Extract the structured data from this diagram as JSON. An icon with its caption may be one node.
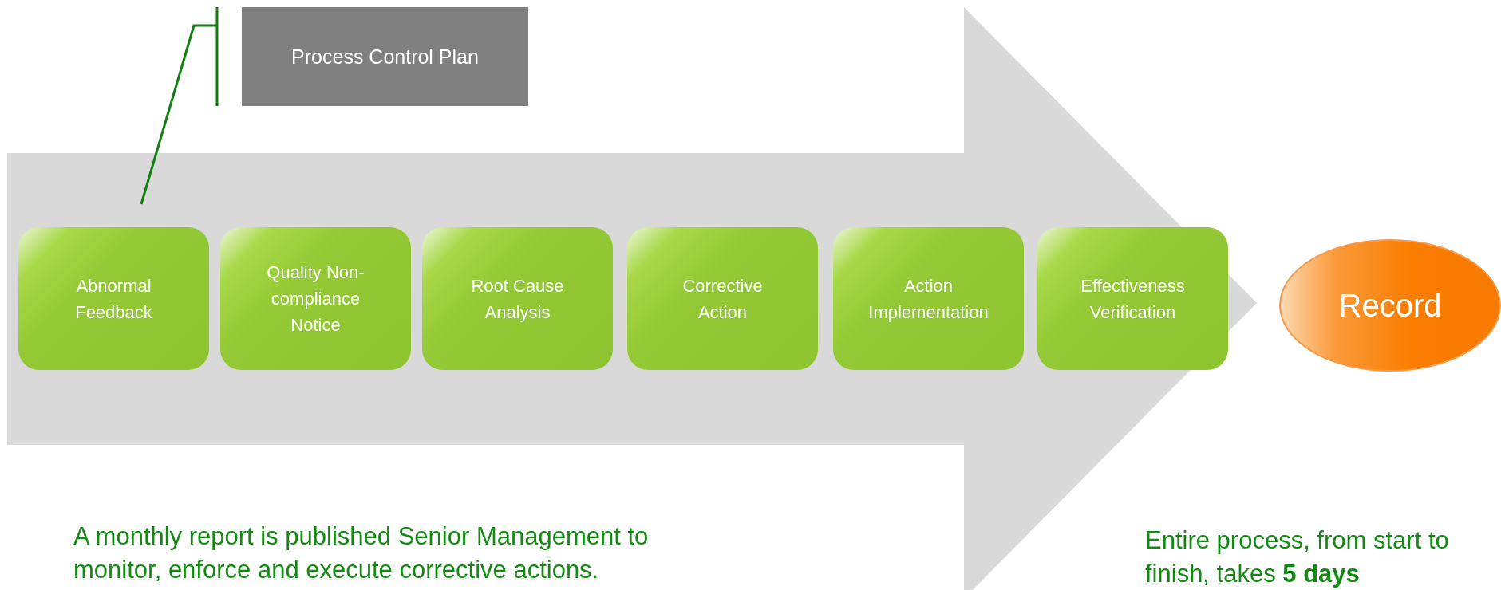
{
  "diagram": {
    "nodes": [
      {
        "text": [
          "Process Control Plan"
        ]
      },
      {
        "text": [
          "Abnormal Feedback"
        ]
      },
      {
        "text": [
          "Quality Non-compliance Notice"
        ]
      },
      {
        "text": [
          "Root Cause Analysis"
        ]
      },
      {
        "text": [
          "Corrective Action"
        ]
      },
      {
        "text": [
          "Action Implementation"
        ]
      },
      {
        "text": [
          "Effectiveness Verification"
        ]
      },
      {
        "text": [
          "Record"
        ]
      }
    ],
    "edges": [
      {
        "from": 0,
        "to": null,
        "arrow": "none"
      },
      {
        "from": 1,
        "to": 7,
        "arrow": "to",
        "style": "thick",
        "color": "#d9d9d9"
      }
    ],
    "labels": [
      "A monthly report is published Senior Management to monitor, enforce and execute corrective actions.",
      "Entire process, from start to finish, takes **5 days**"
    ]
  }
}
